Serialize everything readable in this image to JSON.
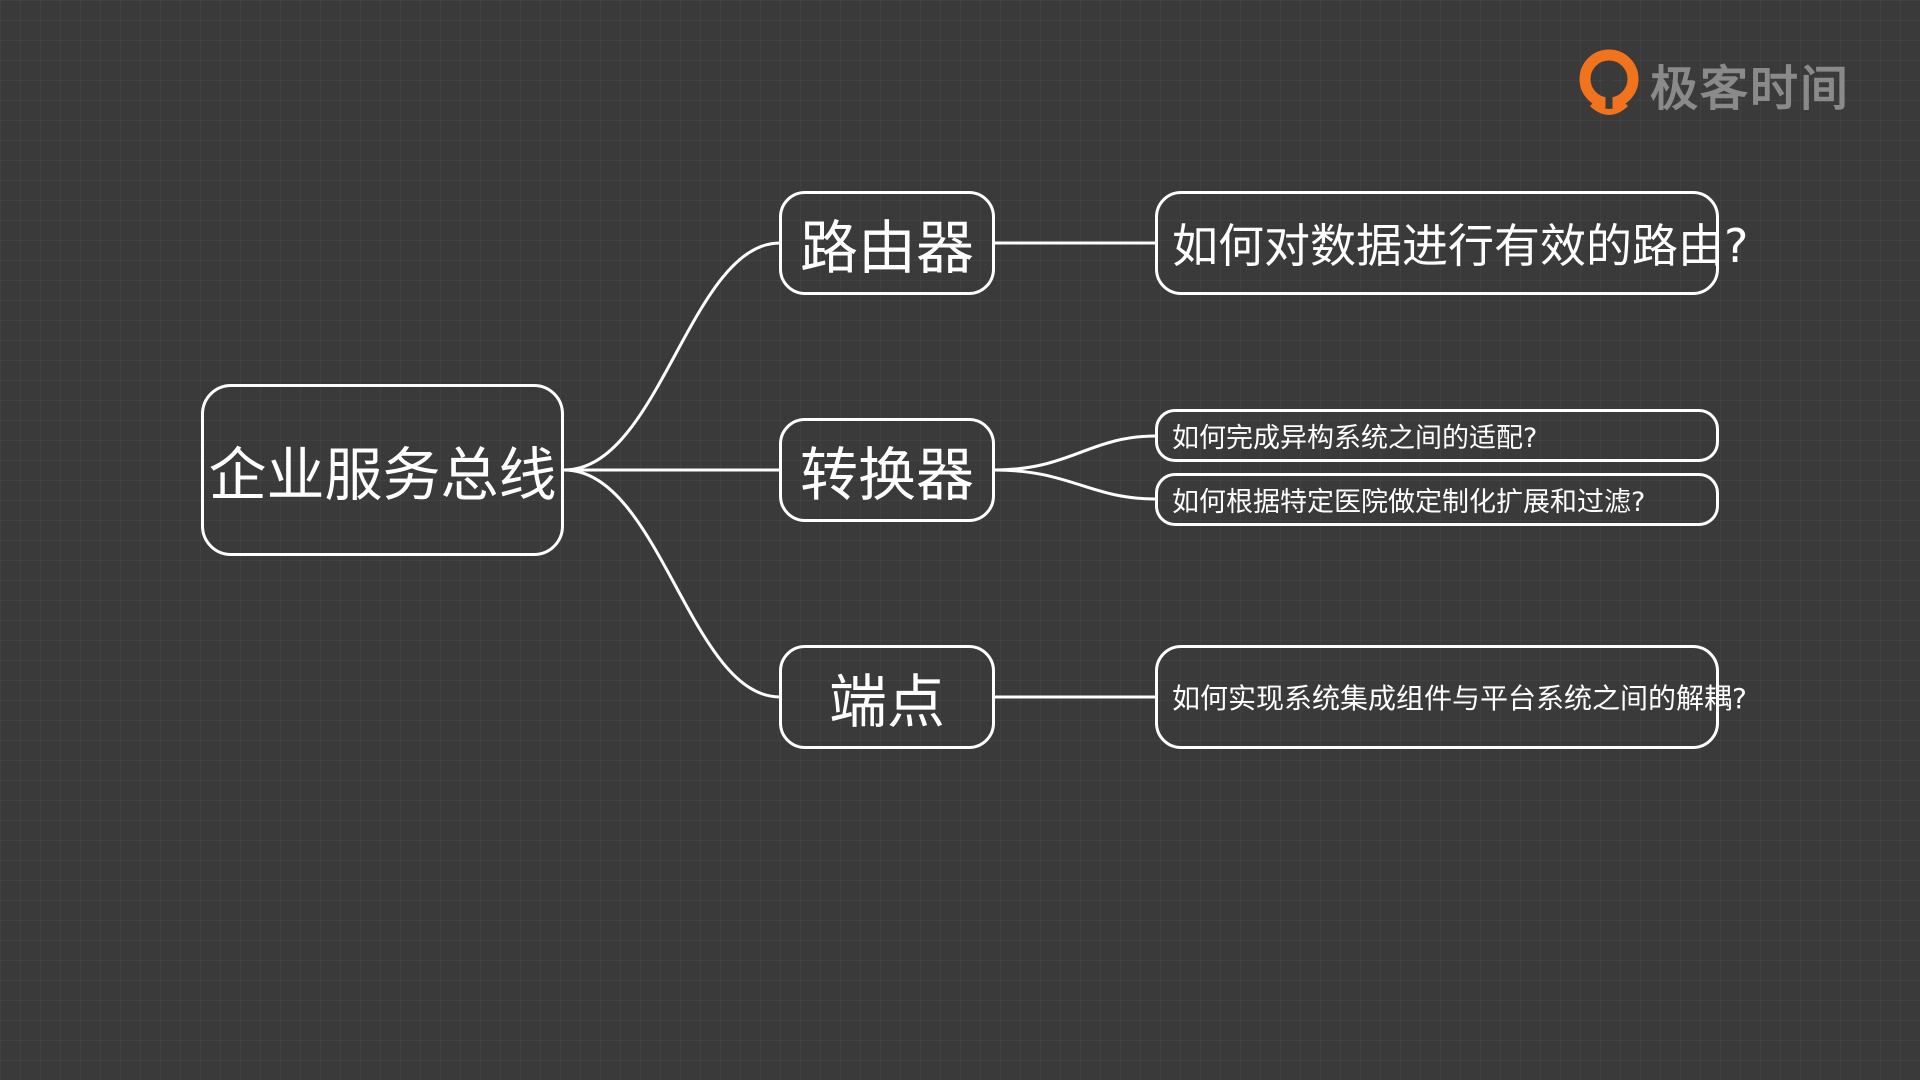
{
  "brand": {
    "name": "极客时间",
    "logo_color": "#f2731d"
  },
  "mindmap": {
    "root": {
      "label": "企业服务总线"
    },
    "branches": [
      {
        "label": "路由器",
        "questions": [
          "如何对数据进行有效的路由?"
        ]
      },
      {
        "label": "转换器",
        "questions": [
          "如何完成异构系统之间的适配?",
          "如何根据特定医院做定制化扩展和过滤?"
        ]
      },
      {
        "label": "端点",
        "questions": [
          "如何实现系统集成组件与平台系统之间的解耦?"
        ]
      }
    ]
  },
  "colors": {
    "background": "#3a3a3a",
    "stroke": "#ffffff",
    "logo_text": "#8a8a8a"
  }
}
